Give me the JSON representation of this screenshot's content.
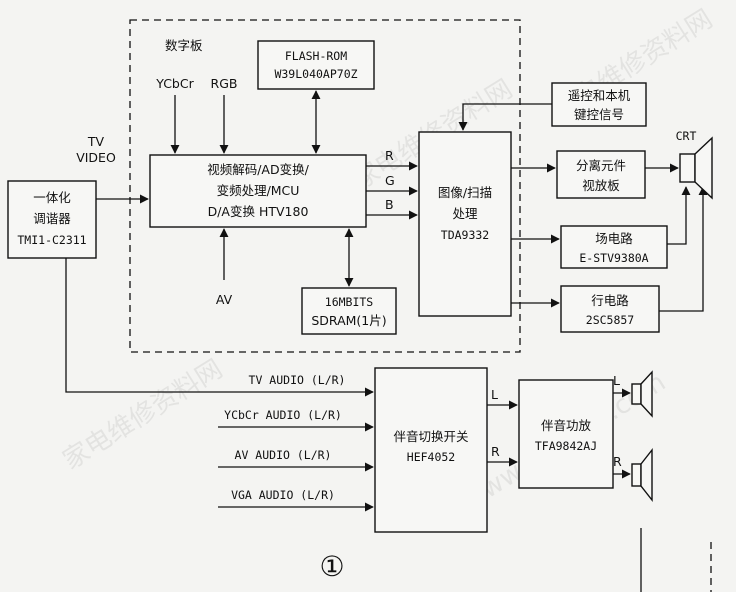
{
  "diagram": {
    "digital_board_label": "数字板",
    "flash_rom": [
      "FLASH-ROM",
      "W39L040AP70Z"
    ],
    "tuner": [
      "一体化",
      "调谐器",
      "TMI1-C2311"
    ],
    "tv_video": [
      "TV",
      "VIDEO"
    ],
    "ycbcr": "YCbCr",
    "rgb": "RGB",
    "av": "AV",
    "decoder": [
      "视频解码/AD变换/",
      "变频处理/MCU",
      "D/A变换  HTV180"
    ],
    "sdram": [
      "16MBITS",
      "SDRAM(1片)"
    ],
    "r": "R",
    "g": "G",
    "b": "B",
    "scan_proc": [
      "图像/扫描",
      "处理",
      "TDA9332"
    ],
    "remote": [
      "遥控和本机",
      "键控信号"
    ],
    "crt": "CRT",
    "sep_board": [
      "分离元件",
      "视放板"
    ],
    "field": [
      "场电路",
      "E-STV9380A"
    ],
    "line": [
      "行电路",
      "2SC5857"
    ],
    "tv_audio": "TV AUDIO (L/R)",
    "ycbcr_audio": "YCbCr AUDIO (L/R)",
    "av_audio": "AV AUDIO (L/R)",
    "vga_audio": "VGA AUDIO (L/R)",
    "audio_switch": [
      "伴音切换开关",
      "HEF4052"
    ],
    "amp": [
      "伴音功放",
      "TFA9842AJ"
    ],
    "l": "L",
    "r2": "R",
    "spk_l": "L",
    "spk_r": "R",
    "figure_number": "①",
    "watermarks": [
      "家电维修资料网",
      "www.520101.com"
    ]
  }
}
